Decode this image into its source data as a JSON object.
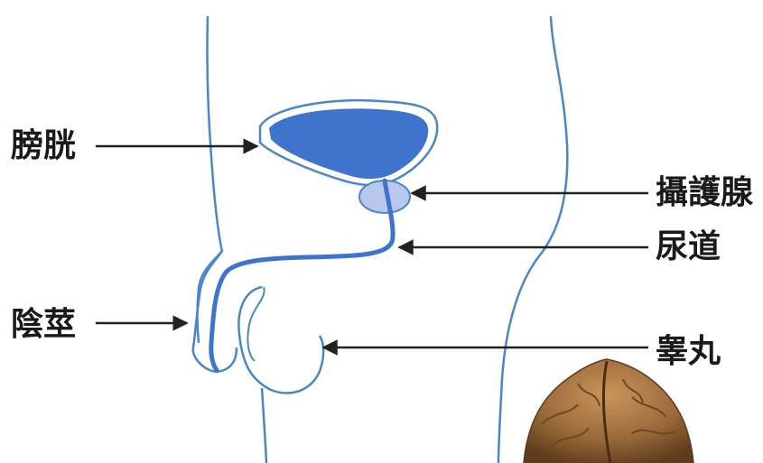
{
  "labels": {
    "bladder": "膀胱",
    "prostate": "攝護腺",
    "urethra": "尿道",
    "penis": "陰莖",
    "testicle": "睾丸"
  },
  "colors": {
    "outline": "#4a86c8",
    "bladder_fill": "#3f74cc",
    "prostate_fill": "#b9c8ea",
    "arrow": "#222222",
    "walnut": "#9a6a3a"
  },
  "illustration": "walnut"
}
